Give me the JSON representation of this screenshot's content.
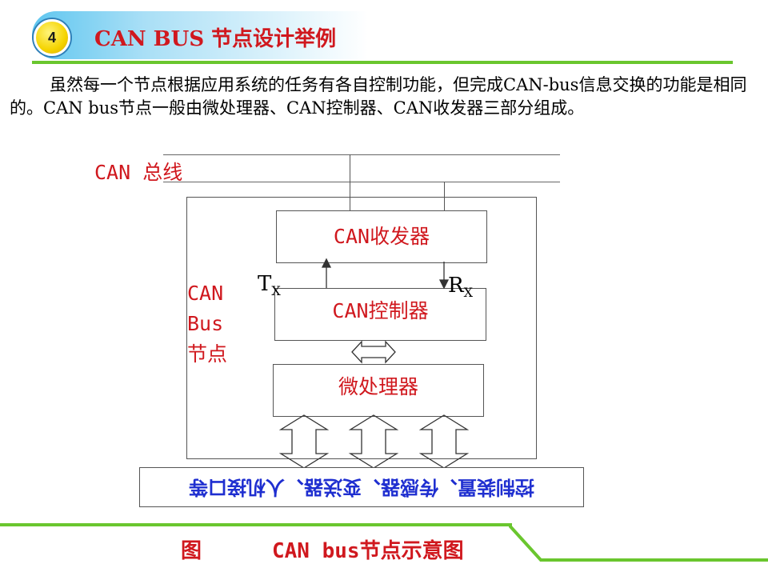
{
  "header": {
    "slide_number": "4",
    "title": "CAN BUS  节点设计举例"
  },
  "intro": {
    "text": "虽然每一个节点根据应用系统的任务有各自控制功能，但完成CAN-bus信息交换的功能是相同的。CAN bus节点一般由微处理器、CAN控制器、CAN收发器三部分组成。"
  },
  "diagram": {
    "bus_label": "CAN 总线",
    "node_label_line1": "CAN",
    "node_label_line2": "Bus",
    "node_label_line3": "节点",
    "transceiver_label": "CAN收发器",
    "controller_label": "CAN控制器",
    "microprocessor_label": "微处理器",
    "tx_main": "T",
    "tx_sub": "X",
    "rx_main": "R",
    "rx_sub": "X",
    "peripherals_label": "控制装置、传感器、变送器、人机接口等"
  },
  "caption": {
    "label": "图",
    "text": "CAN bus节点示意图"
  },
  "colors": {
    "accent_red": "#d0181e",
    "accent_green": "#6ac62e",
    "peripheral_blue": "#1f2fd0"
  }
}
